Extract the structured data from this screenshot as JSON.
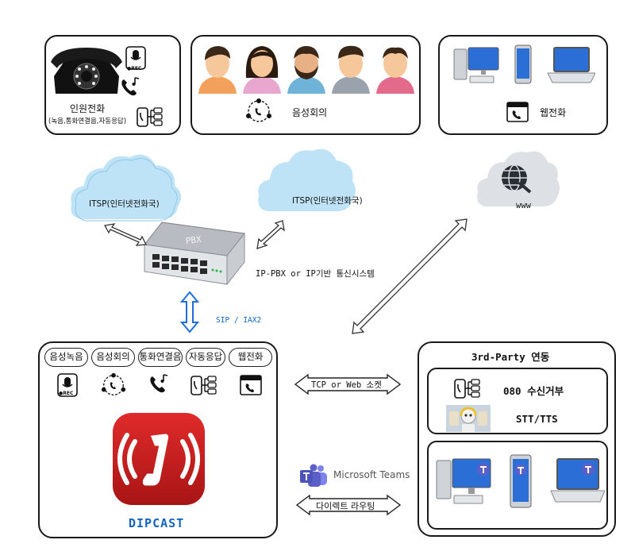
{
  "top_left": {
    "title": "인원전화",
    "subtitle": "(녹음,통화연결음,자동응답)",
    "rec_badge": "●REC"
  },
  "top_middle": {
    "title": "음성회의"
  },
  "top_right": {
    "title": "웹전화"
  },
  "clouds": {
    "left_label": "ITSP(인터넷전화국)",
    "middle_label": "ITSP(인터넷전화국)",
    "right_label": "www"
  },
  "pbx": {
    "device_label": "PBX",
    "system_label": "IP-PBX or IP기반 통신시스템",
    "sip_label": "SIP / IAX2"
  },
  "dipcast": {
    "features": [
      "음성녹음",
      "음성회의",
      "통화연결음",
      "자동응답",
      "웹전화"
    ],
    "rec_badge": "●REC",
    "name": "DIPCAST"
  },
  "connectors": {
    "socket_label": "TCP or Web 소켓",
    "teams_label": "Microsoft Teams",
    "routing_label": "다이렉트 라우팅"
  },
  "third_party": {
    "title": "3rd-Party 연동",
    "item1": "080 수신거부",
    "item2": "STT/TTS"
  },
  "colors": {
    "accent_blue": "#1565c0",
    "dipcast_red": "#c51d1d",
    "teams_purple": "#5b5fc7",
    "cloud_blue": "#bfe3f6",
    "arrow_blue": "#1e6fd9"
  }
}
